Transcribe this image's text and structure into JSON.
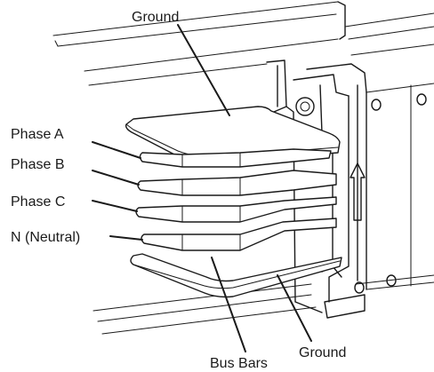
{
  "labels": {
    "ground_top": "Ground",
    "phase_a": "Phase A",
    "phase_b": "Phase B",
    "phase_c": "Phase C",
    "neutral": "N (Neutral)",
    "bus_bars": "Bus Bars",
    "ground_bottom": "Ground"
  }
}
